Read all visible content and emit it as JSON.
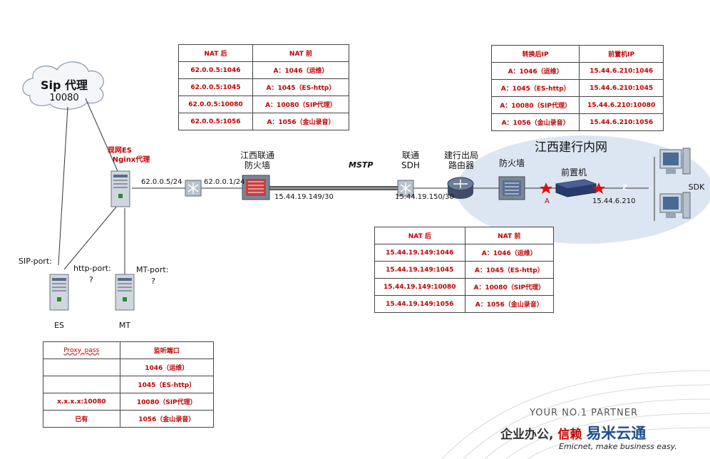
{
  "cloud": {
    "title": "Sip 代理",
    "port": "10080"
  },
  "region_title": "江西建行内网",
  "es_node": {
    "line1": "现网ES",
    "line2": "Nginx代理"
  },
  "ip_labels": {
    "es_side": "62.0.0.5/24",
    "fw_side": "62.0.0.1/24",
    "fw_wan": "15.44.19.149/30",
    "sdh_wan": "15.44.19.150/30",
    "front_ip": "15.44.6.210"
  },
  "link_label": "MSTP",
  "devices": {
    "unicom_fw": "江西联通\n防火墙",
    "unicom_sdh": "联通\nSDH",
    "ccb_router": "建行出局\n路由器",
    "ccb_fw": "防火墙",
    "front_machine": "前置机",
    "sdk": "SDK",
    "es": "ES",
    "mt": "MT"
  },
  "port_labels": {
    "sip_port": "SIP-port:",
    "http_port": "http-port:",
    "http_port_val": "?",
    "mt_port": "MT-port:",
    "mt_port_val": "?"
  },
  "marker_a": "A",
  "marker_z": "Z",
  "table_nat_top": {
    "headers": [
      "NAT 后",
      "NAT 前"
    ],
    "rows": [
      [
        "62.0.0.5:1046",
        "A：1046（运维）"
      ],
      [
        "62.0.0.5:1045",
        "A：1045（ES-http）"
      ],
      [
        "62.0.0.5:10080",
        "A：10080（SIP代理）"
      ],
      [
        "62.0.0.5:1056",
        "A：1056（金山录音）"
      ]
    ]
  },
  "table_convert": {
    "headers": [
      "转换后IP",
      "前置机IP"
    ],
    "rows": [
      [
        "A：1046（运维）",
        "15.44.6.210:1046"
      ],
      [
        "A：1045（ES-http）",
        "15.44.6.210:1045"
      ],
      [
        "A：10080（SIP代理）",
        "15.44.6.210:10080"
      ],
      [
        "A：1056（金山录音）",
        "15.44.6.210:1056"
      ]
    ]
  },
  "table_nat_mid": {
    "headers": [
      "NAT 后",
      "NAT 前"
    ],
    "rows": [
      [
        "15.44.19.149:1046",
        "A：1046（运维）"
      ],
      [
        "15.44.19.149:1045",
        "A：1045（ES-http）"
      ],
      [
        "15.44.19.149:10080",
        "A：10080（SIP代理）"
      ],
      [
        "15.44.19.149:1056",
        "A：1056（金山录音）"
      ]
    ]
  },
  "table_proxy": {
    "headers": [
      "Proxy_pass",
      "监听端口"
    ],
    "rows": [
      [
        "",
        "1046（运维）"
      ],
      [
        "",
        "1045（ES-http）"
      ],
      [
        "x.x.x.x:10080",
        "10080（SIP代理）"
      ],
      [
        "已有",
        "1056（金山录音）"
      ]
    ]
  },
  "brand": {
    "line1": "YOUR NO.1 PARTNER",
    "line2a": "企业办公,",
    "line2b": "信赖",
    "line2c": "易米云通",
    "line3": "Emicnet, make business easy."
  },
  "colors": {
    "accent_red": "#c00000",
    "region_fill": "#dce6f2",
    "brand_blue": "#1f4e8c"
  }
}
